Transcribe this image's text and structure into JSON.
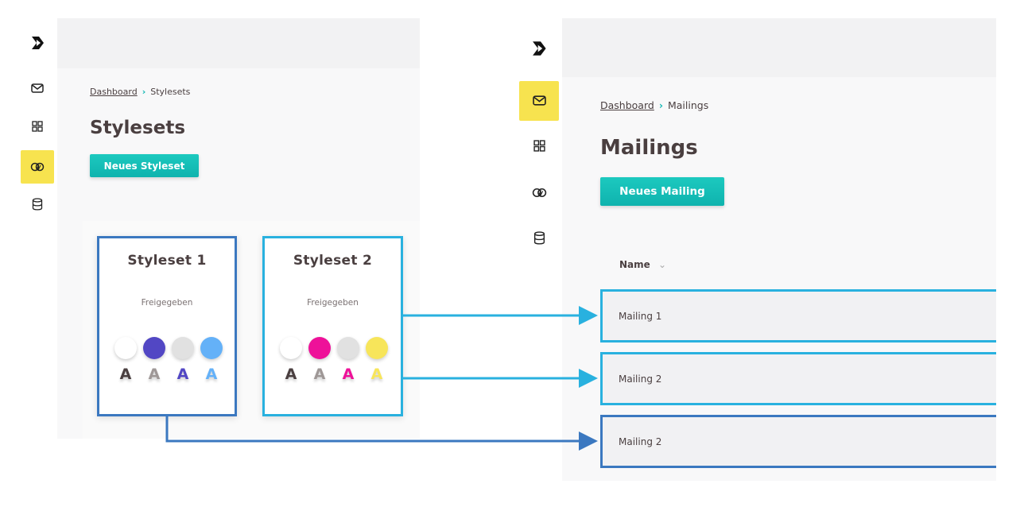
{
  "left": {
    "breadcrumb": {
      "home": "Dashboard",
      "current": "Stylesets"
    },
    "title": "Stylesets",
    "new_button": "Neues Styleset",
    "cards": [
      {
        "title": "Styleset 1",
        "status": "Freigegeben",
        "border_color": "#3b78c0",
        "colors": [
          "#ffffff",
          "#5247c4",
          "#e1e1e1",
          "#64b1f8"
        ],
        "glyph": "A",
        "glyph_colors": [
          "#4a3f40",
          "#9e9796",
          "#5247c4",
          "#64b1f8"
        ]
      },
      {
        "title": "Styleset 2",
        "status": "Freigegeben",
        "border_color": "#29b1df",
        "colors": [
          "#ffffff",
          "#ee1199",
          "#e1e1e1",
          "#f7e55a"
        ],
        "glyph": "A",
        "glyph_colors": [
          "#4a3f40",
          "#9e9796",
          "#ee1199",
          "#f7e55a"
        ]
      }
    ],
    "sidebar": {
      "icons": [
        "logo-icon",
        "mail-icon",
        "grid-icon",
        "overlap-icon",
        "database-icon"
      ],
      "active": "overlap-icon"
    }
  },
  "right": {
    "breadcrumb": {
      "home": "Dashboard",
      "current": "Mailings"
    },
    "title": "Mailings",
    "new_button": "Neues Mailing",
    "column_header": "Name",
    "rows": [
      {
        "label": "Mailing 1",
        "border_color": "#29b1df"
      },
      {
        "label": "Mailing 2",
        "border_color": "#29b1df"
      },
      {
        "label": "Mailing 2",
        "border_color": "#3b78c0"
      }
    ],
    "sidebar": {
      "icons": [
        "logo-icon",
        "mail-icon",
        "grid-icon",
        "overlap-icon",
        "database-icon"
      ],
      "active": "mail-icon"
    }
  },
  "colors": {
    "accent": "#12b7b3",
    "active_nav": "#f7e34f",
    "connector_dark": "#3b78c0",
    "connector_light": "#29b1df"
  }
}
